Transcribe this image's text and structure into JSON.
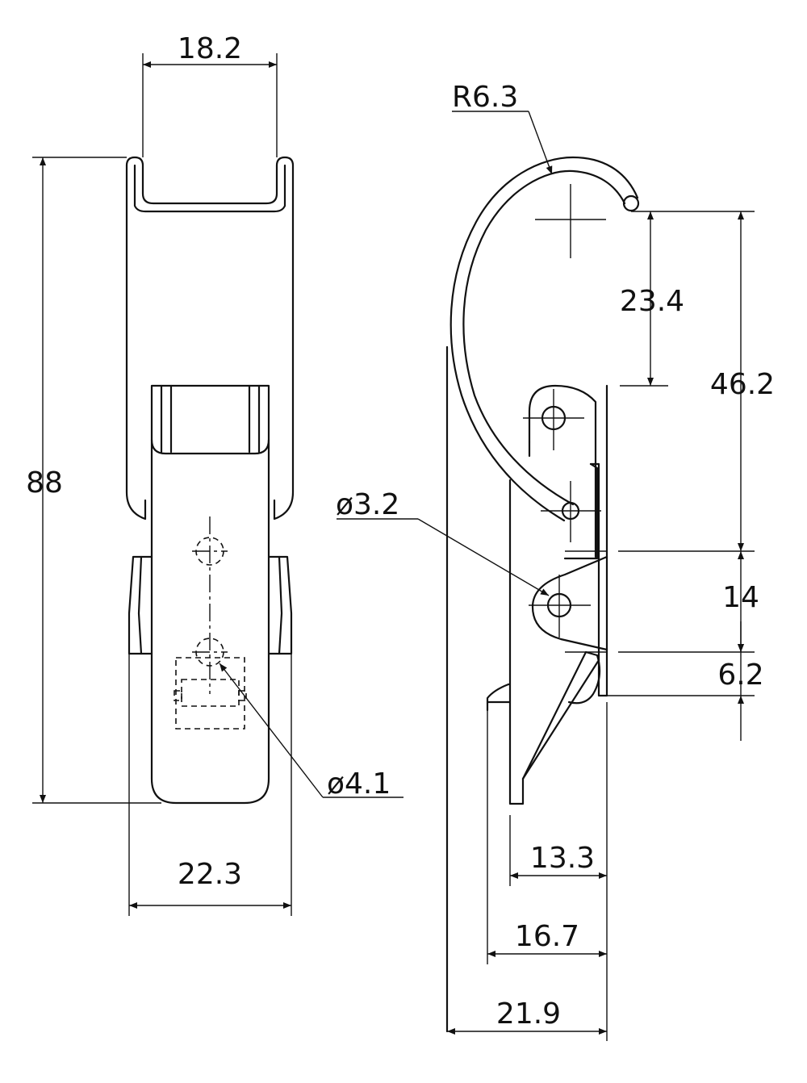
{
  "dimensions": {
    "front_top_width": "18.2",
    "front_height": "88",
    "front_bottom_width": "22.3",
    "hole_front": "ø4.1",
    "radius_hook": "R6.3",
    "hook_offset": "23.4",
    "overall_height_side": "46.2",
    "hole_side": "ø3.2",
    "pivot_spacing": "14",
    "lower_gap": "6.2",
    "depth_small": "13.3",
    "depth_mid": "16.7",
    "depth_total": "21.9"
  }
}
